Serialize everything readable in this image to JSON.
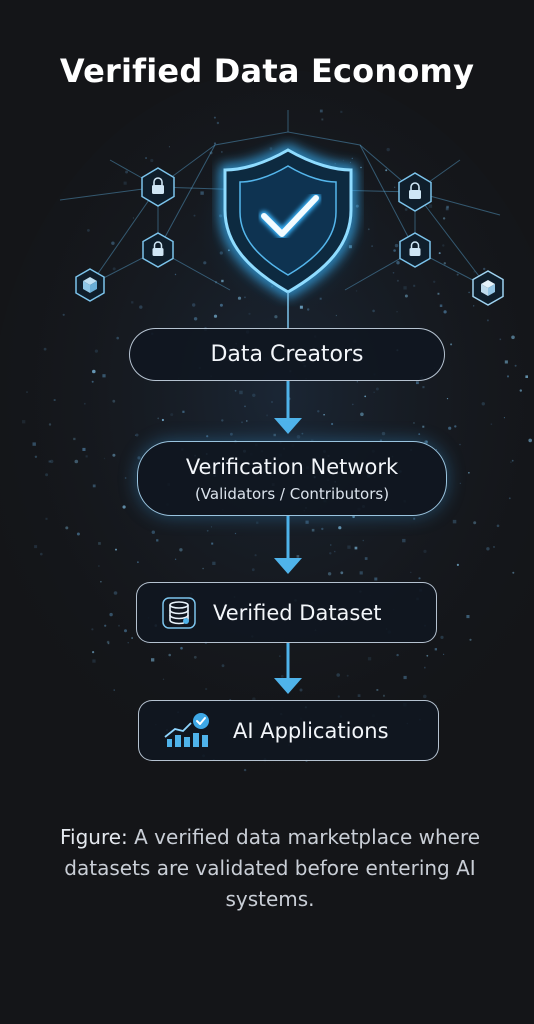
{
  "title": "Verified Data Economy",
  "flow": {
    "step1": "Data Creators",
    "step2": {
      "label": "Verification Network",
      "sublabel": "(Validators / Contributors)"
    },
    "step3": "Verified Dataset",
    "step4": "AI Applications"
  },
  "caption": {
    "lead": "Figure:",
    "text": " A verified data marketplace where datasets are validated before entering AI systems."
  },
  "icons": {
    "hero": "shield-check-icon",
    "network": [
      "lock-icon",
      "lock-icon",
      "lock-icon",
      "lock-icon",
      "cube-icon",
      "cube-icon"
    ],
    "dataset": "database-icon",
    "apps": "bar-chart-check-icon"
  },
  "colors": {
    "background": "#141518",
    "glow": "#39b8ff",
    "arrow": "#4fb3ea",
    "text": "#ffffff",
    "caption": "#c9ced6"
  }
}
